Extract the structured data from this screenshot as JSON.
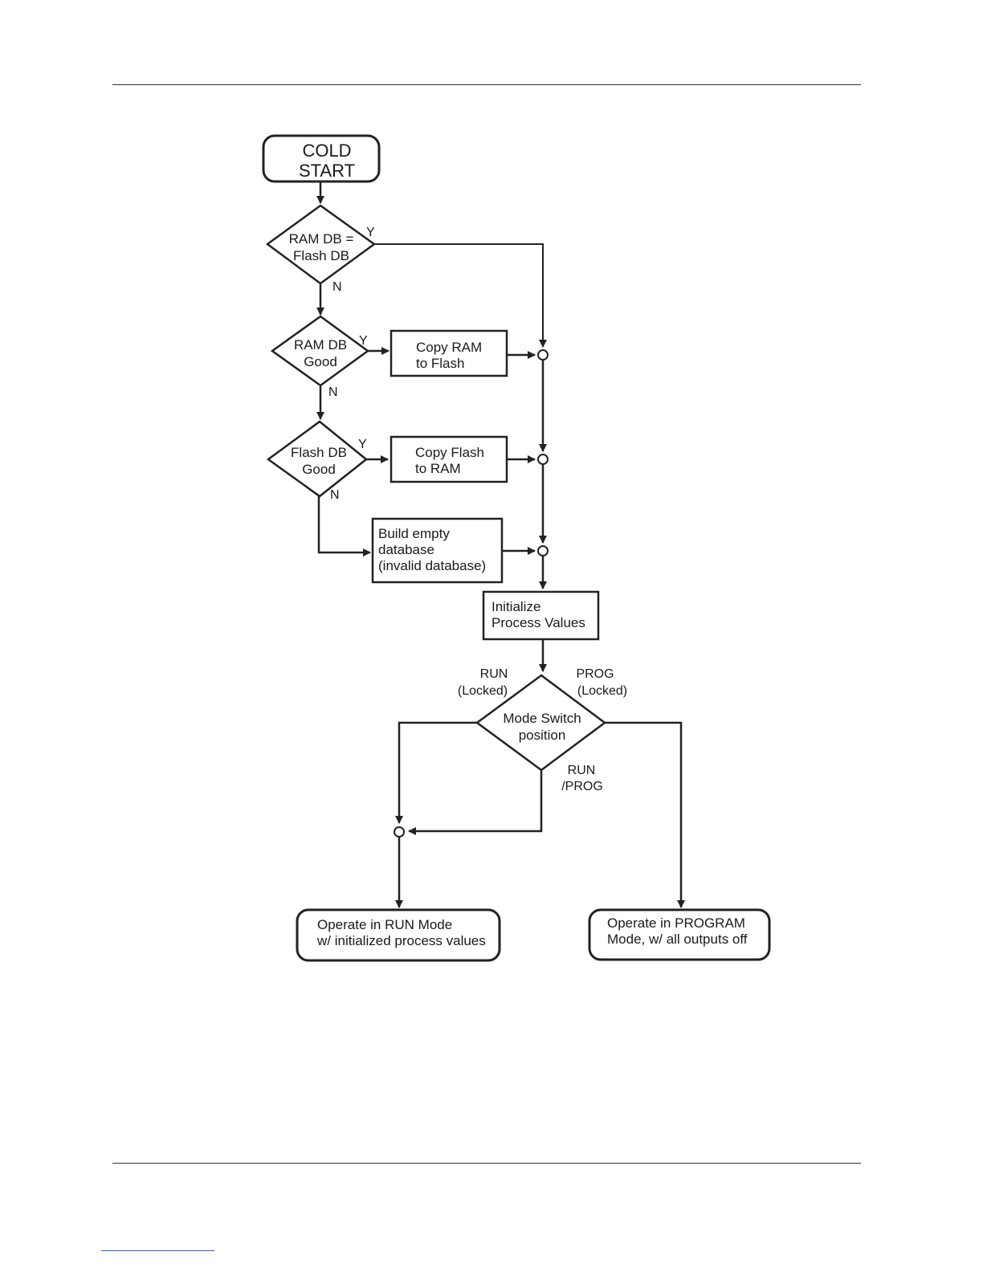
{
  "nodes": {
    "cold_start": {
      "line1": "COLD",
      "line2": "START"
    },
    "ram_flash_equal": {
      "line1": "RAM DB =",
      "line2": "Flash DB"
    },
    "ram_db_good": {
      "line1": "RAM DB",
      "line2": "Good"
    },
    "copy_ram_to_flash": {
      "line1": "Copy RAM",
      "line2": "to Flash"
    },
    "flash_db_good": {
      "line1": "Flash DB",
      "line2": "Good"
    },
    "copy_flash_to_ram": {
      "line1": "Copy Flash",
      "line2": "to RAM"
    },
    "build_empty_db": {
      "line1": "Build empty",
      "line2": "database",
      "line3": "(invalid database)"
    },
    "init_process_values": {
      "line1": "Initialize",
      "line2": "Process Values"
    },
    "mode_switch": {
      "line1": "Mode Switch",
      "line2": "position"
    },
    "run_mode": {
      "line1": "Operate in RUN Mode",
      "line2": "w/ initialized process values"
    },
    "program_mode": {
      "line1": "Operate in PROGRAM",
      "line2": "Mode, w/ all outputs off"
    }
  },
  "edge_labels": {
    "ram_flash_equal_yes": "Y",
    "ram_flash_equal_no": "N",
    "ram_db_good_yes": "Y",
    "ram_db_good_no": "N",
    "flash_db_good_yes": "Y",
    "flash_db_good_no": "N",
    "run_locked_line1": "RUN",
    "run_locked_line2": "(Locked)",
    "prog_locked_line1": "PROG",
    "prog_locked_line2": "(Locked)",
    "run_prog_line1": "RUN",
    "run_prog_line2": "/PROG"
  }
}
